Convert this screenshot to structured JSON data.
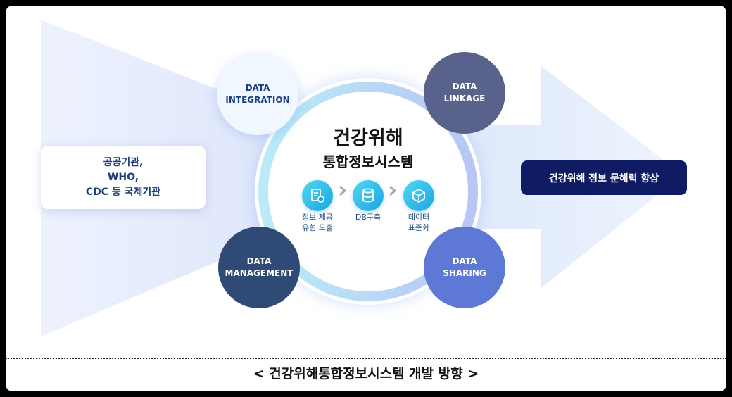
{
  "diagram": {
    "center": {
      "title_line1": "건강위해",
      "title_line2": "통합정보시스템"
    },
    "steps": [
      {
        "line1": "정보 제공",
        "line2": "유형 도출",
        "icon": "document-gear-icon"
      },
      {
        "line1": "DB구축",
        "line2": "",
        "icon": "database-icon"
      },
      {
        "line1": "데이터",
        "line2": "표준화",
        "icon": "cube-icon"
      }
    ],
    "nodes": {
      "integration": {
        "line1": "DATA",
        "line2": "INTEGRATION"
      },
      "linkage": {
        "line1": "DATA",
        "line2": "LINKAGE"
      },
      "management": {
        "line1": "DATA",
        "line2": "MANAGEMENT"
      },
      "sharing": {
        "line1": "DATA",
        "line2": "SHARING"
      }
    },
    "source": {
      "line1": "공공기관,",
      "line2": "WHO,",
      "line3": "CDC 등 국제기관"
    },
    "result": "건강위해 정보 문해력 향상",
    "caption": "< 건강위해통합정보시스템 개발 방향 >"
  },
  "colors": {
    "result_bg": "#0f1b63",
    "linkage": "#59628b",
    "management": "#2e4a75",
    "sharing": "#5e78d6",
    "step_icon": "#1aa6e3"
  }
}
